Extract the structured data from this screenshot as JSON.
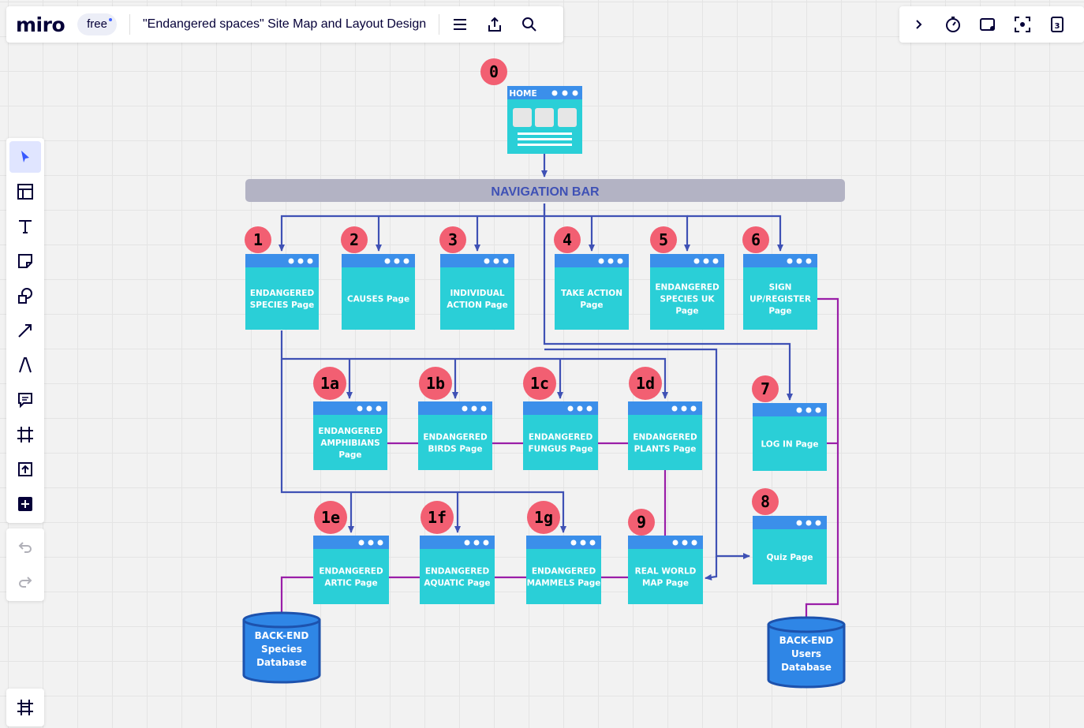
{
  "app": {
    "logo": "miro",
    "plan": "free",
    "board_title": "\"Endangered spaces\" Site Map and Layout Design"
  },
  "topbar": {
    "icons": [
      "menu-icon",
      "upload-icon",
      "search-icon"
    ]
  },
  "rightbar": {
    "icons": [
      "chevron-right-icon",
      "timer-icon",
      "card-icon",
      "focus-icon",
      "counter-icon"
    ],
    "counter": "3"
  },
  "toolbar": {
    "tools": [
      "select-cursor-icon",
      "templates-icon",
      "text-icon",
      "sticky-note-icon",
      "shapes-icon",
      "connection-line-icon",
      "pen-icon",
      "comment-icon",
      "frame-icon",
      "upload-icon",
      "add-icon"
    ],
    "active": "select-cursor-icon"
  },
  "undobar": {
    "tools": [
      "undo-icon",
      "redo-icon"
    ]
  },
  "framebar": {
    "icon": "frames-icon"
  },
  "diagram": {
    "colors": {
      "page": "#2acfd7",
      "titlebar": "#3b8fea",
      "badge": "#f25f72",
      "nav_bar": "#b3b3c4",
      "arrow": "#3f51b5",
      "link": "#9a1ea8",
      "db": "#2f86e6",
      "db_dark": "#1d52ad"
    },
    "nav_bar": "NAVIGATION BAR",
    "home": {
      "badge": "0",
      "label": "HOME"
    },
    "pages": [
      {
        "id": "p1",
        "badge": "1",
        "lines": [
          "ENDANGERED",
          "SPECIES Page"
        ]
      },
      {
        "id": "p2",
        "badge": "2",
        "lines": [
          "CAUSES Page"
        ]
      },
      {
        "id": "p3",
        "badge": "3",
        "lines": [
          "INDIVIDUAL",
          "ACTION Page"
        ]
      },
      {
        "id": "p4",
        "badge": "4",
        "lines": [
          "TAKE ACTION",
          "Page"
        ]
      },
      {
        "id": "p5",
        "badge": "5",
        "lines": [
          "ENDANGERED",
          "SPECIES UK",
          "Page"
        ]
      },
      {
        "id": "p6",
        "badge": "6",
        "lines": [
          "SIGN",
          "UP/REGISTER",
          "Page"
        ]
      },
      {
        "id": "p1a",
        "badge": "1a",
        "lines": [
          "ENDANGERED",
          "AMPHIBIANS",
          "Page"
        ]
      },
      {
        "id": "p1b",
        "badge": "1b",
        "lines": [
          "ENDANGERED",
          "BIRDS Page"
        ]
      },
      {
        "id": "p1c",
        "badge": "1c",
        "lines": [
          "ENDANGERED",
          "FUNGUS Page"
        ]
      },
      {
        "id": "p1d",
        "badge": "1d",
        "lines": [
          "ENDANGERED",
          "PLANTS Page"
        ]
      },
      {
        "id": "p7",
        "badge": "7",
        "lines": [
          "LOG IN Page"
        ]
      },
      {
        "id": "p1e",
        "badge": "1e",
        "lines": [
          "ENDANGERED",
          "ARTIC Page"
        ]
      },
      {
        "id": "p1f",
        "badge": "1f",
        "lines": [
          "ENDANGERED",
          "AQUATIC Page"
        ]
      },
      {
        "id": "p1g",
        "badge": "1g",
        "lines": [
          "ENDANGERED",
          "MAMMELS Page"
        ]
      },
      {
        "id": "p9",
        "badge": "9",
        "lines": [
          "REAL WORLD",
          "MAP Page"
        ]
      },
      {
        "id": "p8",
        "badge": "8",
        "lines": [
          "Quiz Page"
        ]
      }
    ],
    "databases": [
      {
        "id": "db-species",
        "lines": [
          "BACK-END",
          "Species",
          "Database"
        ]
      },
      {
        "id": "db-users",
        "lines": [
          "BACK-END",
          "Users",
          "Database"
        ]
      }
    ]
  }
}
